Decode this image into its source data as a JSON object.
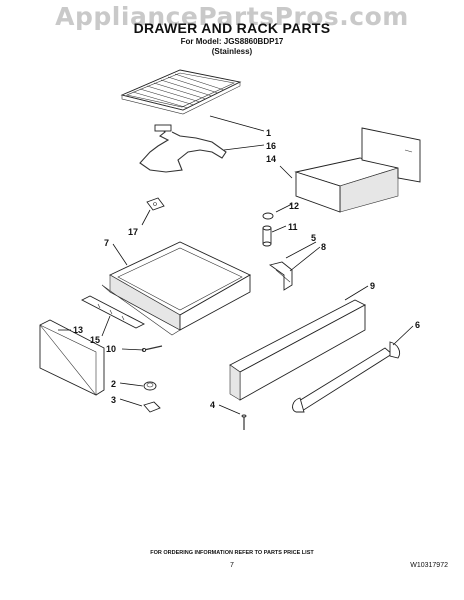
{
  "watermark": "AppliancePartsPros.com",
  "title": "DRAWER AND RACK PARTS",
  "model_line": "For Model: JGS8860BDP17",
  "finish_line": "(Stainless)",
  "callouts": {
    "c1": "1",
    "c2": "2",
    "c3": "3",
    "c4": "4",
    "c5": "5",
    "c6": "6",
    "c7": "7",
    "c8": "8",
    "c9": "9",
    "c10": "10",
    "c11": "11",
    "c12": "12",
    "c13": "13",
    "c14": "14",
    "c15": "15",
    "c16": "16",
    "c17": "17"
  },
  "footer": {
    "ordering_note": "FOR ORDERING INFORMATION REFER TO PARTS PRICE LIST",
    "page_number": "7",
    "document_id": "W10317972"
  }
}
